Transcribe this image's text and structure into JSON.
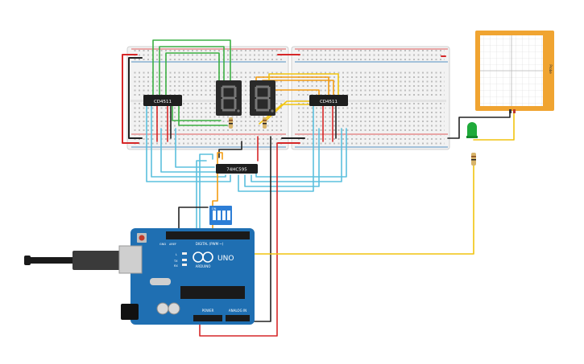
{
  "canvas_background": "#ffffff",
  "breadboards": [
    {
      "name": "left-breadboard"
    },
    {
      "name": "right-breadboard"
    }
  ],
  "chips": {
    "left_decoder": {
      "label": "CD4511"
    },
    "right_decoder": {
      "label": "CD4511"
    },
    "shift_register": {
      "label": "74HC595"
    }
  },
  "seven_segment": {
    "count": 2,
    "digit_text": "8."
  },
  "arduino": {
    "model_label": "UNO",
    "brand_label": "ARDUINO",
    "digital_header_label": "DIGITAL (PWM ~)",
    "power_label": "POWER",
    "analog_label": "ANALOG IN",
    "tx_label": "TX",
    "rx_label": "RX",
    "l_label": "L",
    "aref_label": "AREF",
    "gnd_label": "GND"
  },
  "dip_switch": {
    "label": "ON"
  },
  "oscilloscope": {
    "label": "Probe"
  },
  "led": {
    "color": "#1faa3a"
  },
  "colors": {
    "wire_red": "#d62728",
    "wire_black": "#222222",
    "wire_green": "#3cb043",
    "wire_orange": "#f39c12",
    "wire_yellow": "#f1c40f",
    "wire_blue": "#5bc0de",
    "arduino_blue": "#1f6fb2",
    "chip_black": "#1e1e1e",
    "scope_frame": "#f0a431"
  }
}
